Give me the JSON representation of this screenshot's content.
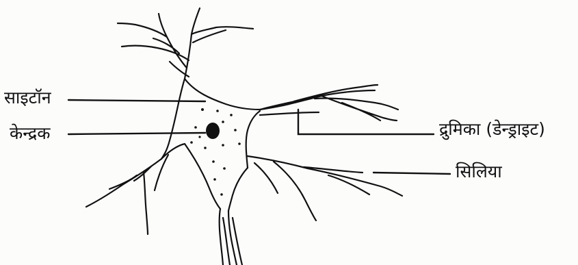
{
  "diagram": {
    "labels": {
      "cyton": "साइटॉन",
      "nucleus": "केन्द्रक",
      "dendrite": "द्रुमिका (डेन्ड्राइट)",
      "cilia": "सिलिया"
    },
    "colors": {
      "ink": "#111111",
      "paper": "#fcfcfb"
    }
  }
}
